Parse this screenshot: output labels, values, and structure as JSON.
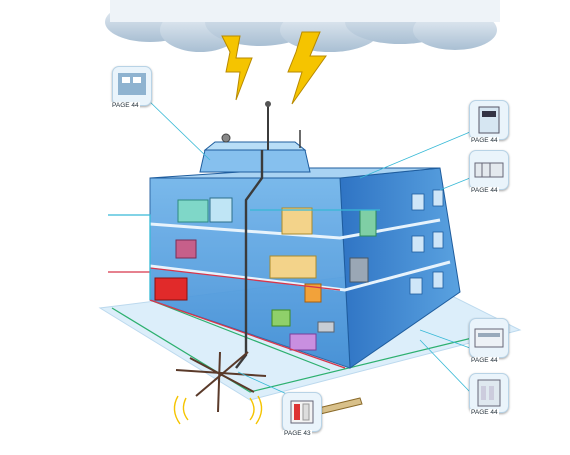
{
  "page_labels": [
    {
      "id": "meter-panel",
      "text": "PAGE 44"
    },
    {
      "id": "energy-meter",
      "text": "PAGE 44"
    },
    {
      "id": "din-module",
      "text": "PAGE 44"
    },
    {
      "id": "distribution-board",
      "text": "PAGE 44"
    },
    {
      "id": "surge-panel",
      "text": "PAGE 44"
    },
    {
      "id": "surge-arrester",
      "text": "PAGE 43"
    }
  ],
  "colors": {
    "building_front": "#4f9fe0",
    "building_side": "#2f74c4",
    "roof": "#a9d3f3",
    "cloud": "#c8d9e8",
    "lightning": "#f5c400",
    "down_conductor": "#3b3b3b",
    "bonding_line": "#d8364b",
    "ground_line": "#2db06f",
    "ground_plane": "#d7eaf6"
  }
}
